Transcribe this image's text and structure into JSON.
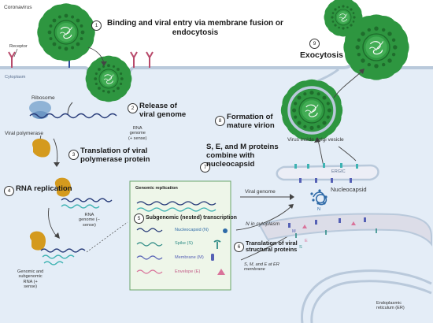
{
  "labels": {
    "coronavirus": "Coronavirus",
    "receptor": "Receptor",
    "cytoplasm": "Cytoplasm",
    "ribosome": "Ribosome",
    "rna_genome_plus": "RNA\ngenome\n(+ sense)",
    "viral_polymerase": "Viral polymerase",
    "rna_genome_minus": "RNA\ngenome (−\nsense)",
    "genomic_subgenomic": "Genomic and\nsubgenomic\nRNA (+\nsense)",
    "genomic_replication": "Genomic replication",
    "nucleocapsid_n": "Nucleocapsid (N)",
    "spike_s": "Spike (S)",
    "membrane_m": "Membrane (M)",
    "envelope_e": "Envelope (E)",
    "viral_genome": "Viral genome",
    "n_in_cytoplasm": "N in cytoplasm",
    "nucleocapsid": "Nucleocapsid",
    "n_letter": "N",
    "ergic": "ERGIC",
    "virus_inside_golgi": "Virus inside golgi vesicle",
    "m_letter": "M",
    "e_letter": "E",
    "s_letter": "S",
    "smer": "S, M, and E at ER\nmembrane",
    "er": "Endoplasmic\nreticulum (ER)"
  },
  "steps": [
    {
      "num": "1",
      "text": "Binding and viral entry via membrane fusion or\nendocytosis"
    },
    {
      "num": "2",
      "text": "Release of\nviral genome"
    },
    {
      "num": "3",
      "text": "Translation of viral\npolymerase protein"
    },
    {
      "num": "4",
      "text": "RNA replication"
    },
    {
      "num": "5",
      "text": "Subgenomic (nested) transcription"
    },
    {
      "num": "6",
      "text": "Translation of viral\nstructural proteins"
    },
    {
      "num": "7",
      "text": "S, E, and M proteins\ncombine with\nnucleocapsid"
    },
    {
      "num": "8",
      "text": "Formation of\nmature virion"
    },
    {
      "num": "9",
      "text": "Exocytosis"
    }
  ],
  "colors": {
    "cytoplasm": "#e4edf7",
    "membrane": "#b9c9db",
    "virus_green": "#2e9640",
    "receptor_red": "#b84a6b",
    "receptor_blue": "#2f4f9a",
    "polymerase": "#d49a1e",
    "rna_dark": "#263a78",
    "rna_teal": "#3fb3b3",
    "box_fill": "#eef6e9",
    "box_border": "#6aa56a",
    "nucleocapsid": "#2e6aa8",
    "spike": "#2f8c86",
    "membrane_protein": "#5560b5",
    "envelope": "#d9739a",
    "er_fill": "#dcdde8"
  }
}
